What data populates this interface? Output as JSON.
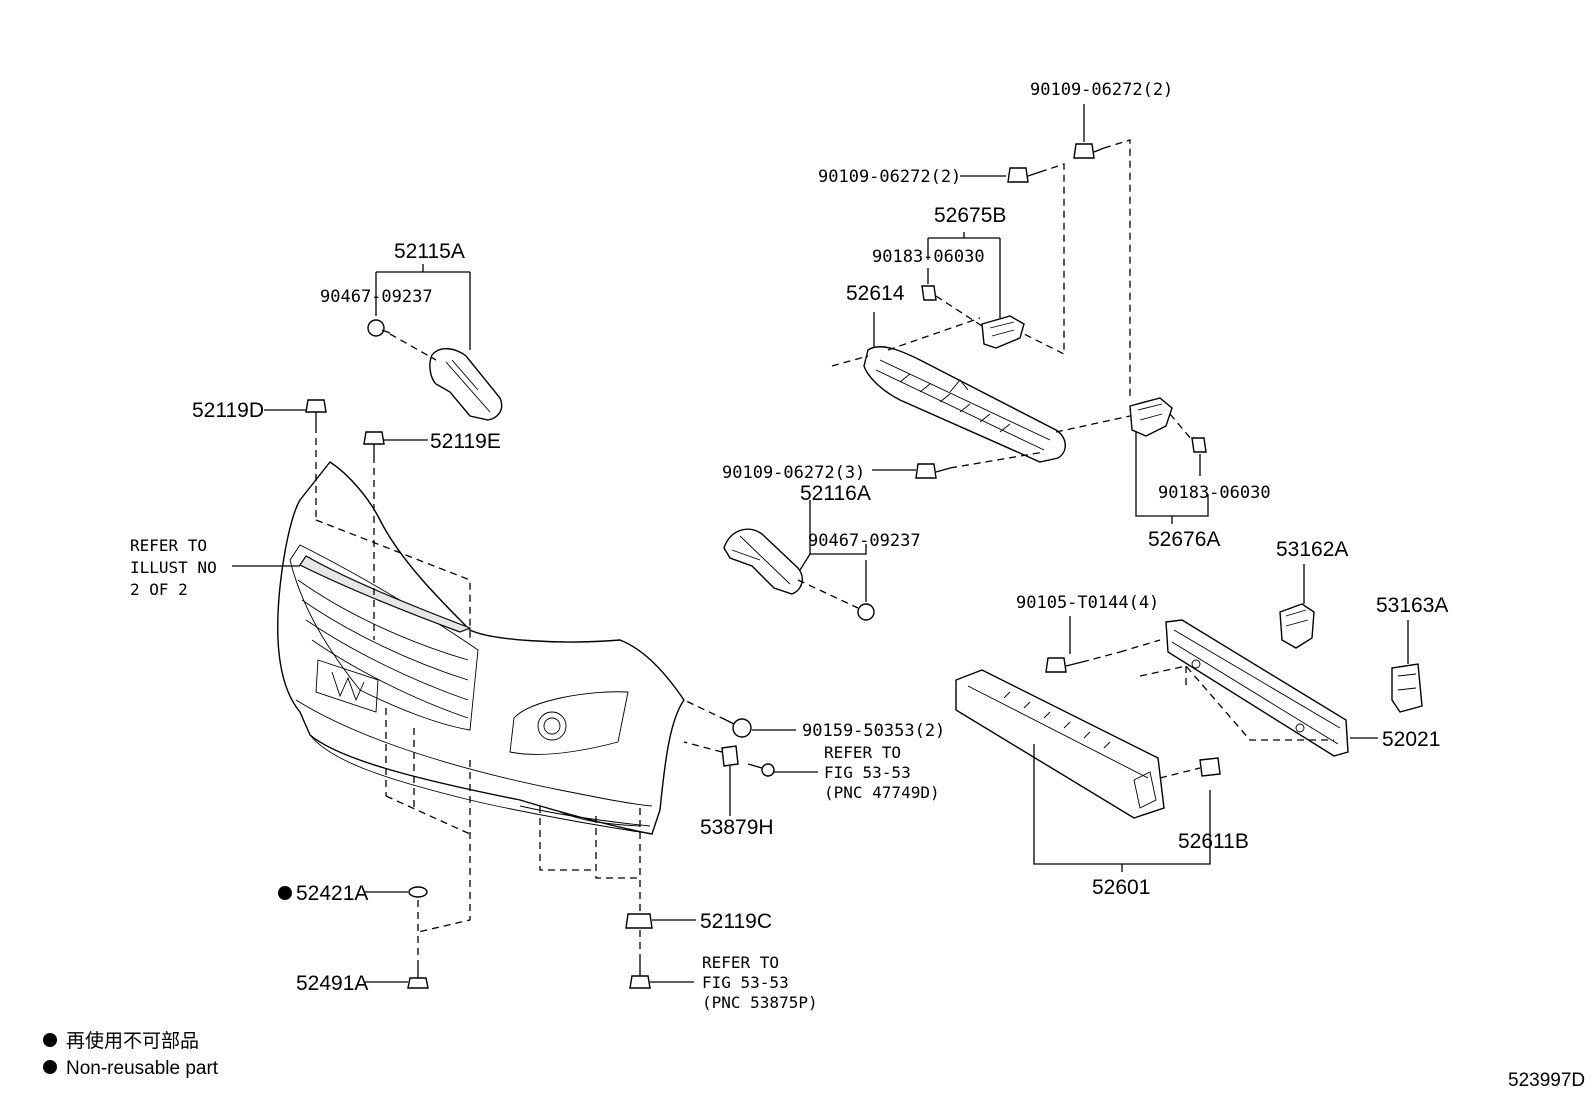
{
  "diagram_id": "523997D",
  "labels": {
    "p52115A": "52115A",
    "p90467_09237_a": "90467-09237",
    "p52119D": "52119D",
    "p52119E": "52119E",
    "p90109_06272_2a": "90109-06272(2)",
    "p90109_06272_2b": "90109-06272(2)",
    "p52675B": "52675B",
    "p90183_06030_a": "90183-06030",
    "p52614": "52614",
    "p90109_06272_3": "90109-06272(3)",
    "p52116A": "52116A",
    "p90467_09237_b": "90467-09237",
    "p90183_06030_b": "90183-06030",
    "p52676A": "52676A",
    "p53162A": "53162A",
    "p53163A": "53163A",
    "p90105_T0144": "90105-T0144(4)",
    "p52021": "52021",
    "p90159_50353": "90159-50353(2)",
    "p53879H": "53879H",
    "p52611B": "52611B",
    "p52601": "52601",
    "p52421A": "52421A",
    "p52491A": "52491A",
    "p52119C": "52119C"
  },
  "refer_notes": {
    "illust": [
      "REFER TO",
      "ILLUST NO",
      "2 OF 2"
    ],
    "fig_47749D": [
      "REFER TO",
      "FIG 53-53",
      "(PNC 47749D)"
    ],
    "fig_53875P": [
      "REFER TO",
      "FIG 53-53",
      "(PNC 53875P)"
    ]
  },
  "legend": {
    "line_jp": "再使用不可部品",
    "line_en": "Non-reusable part"
  },
  "colors": {
    "ink": "#000000",
    "paper": "#ffffff"
  }
}
